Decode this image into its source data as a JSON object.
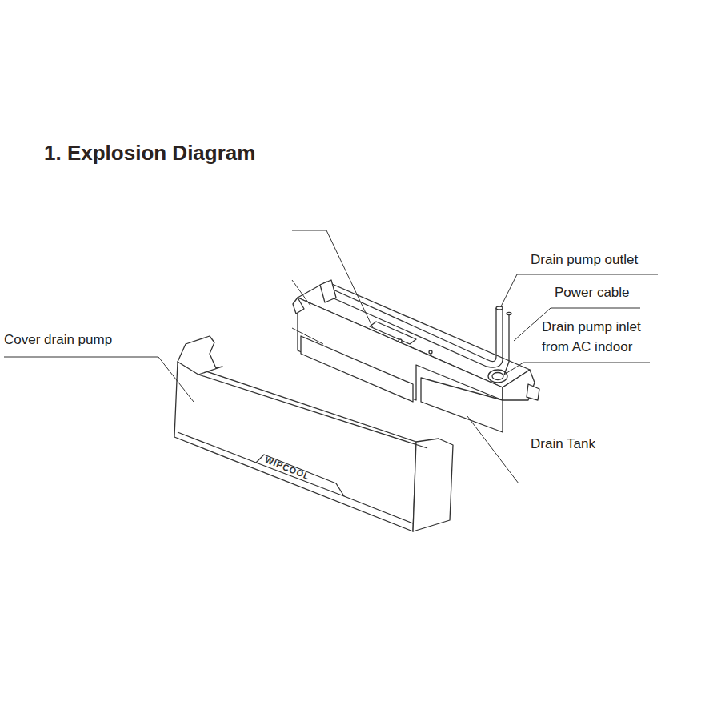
{
  "diagram": {
    "title": "1. Explosion Diagram",
    "labels": [
      "Cover drain pump",
      "Drain pump outlet",
      "Power cable",
      "Drain pump inlet from AC indoor",
      "Drain Tank",
      "WIPCOOL"
    ]
  }
}
